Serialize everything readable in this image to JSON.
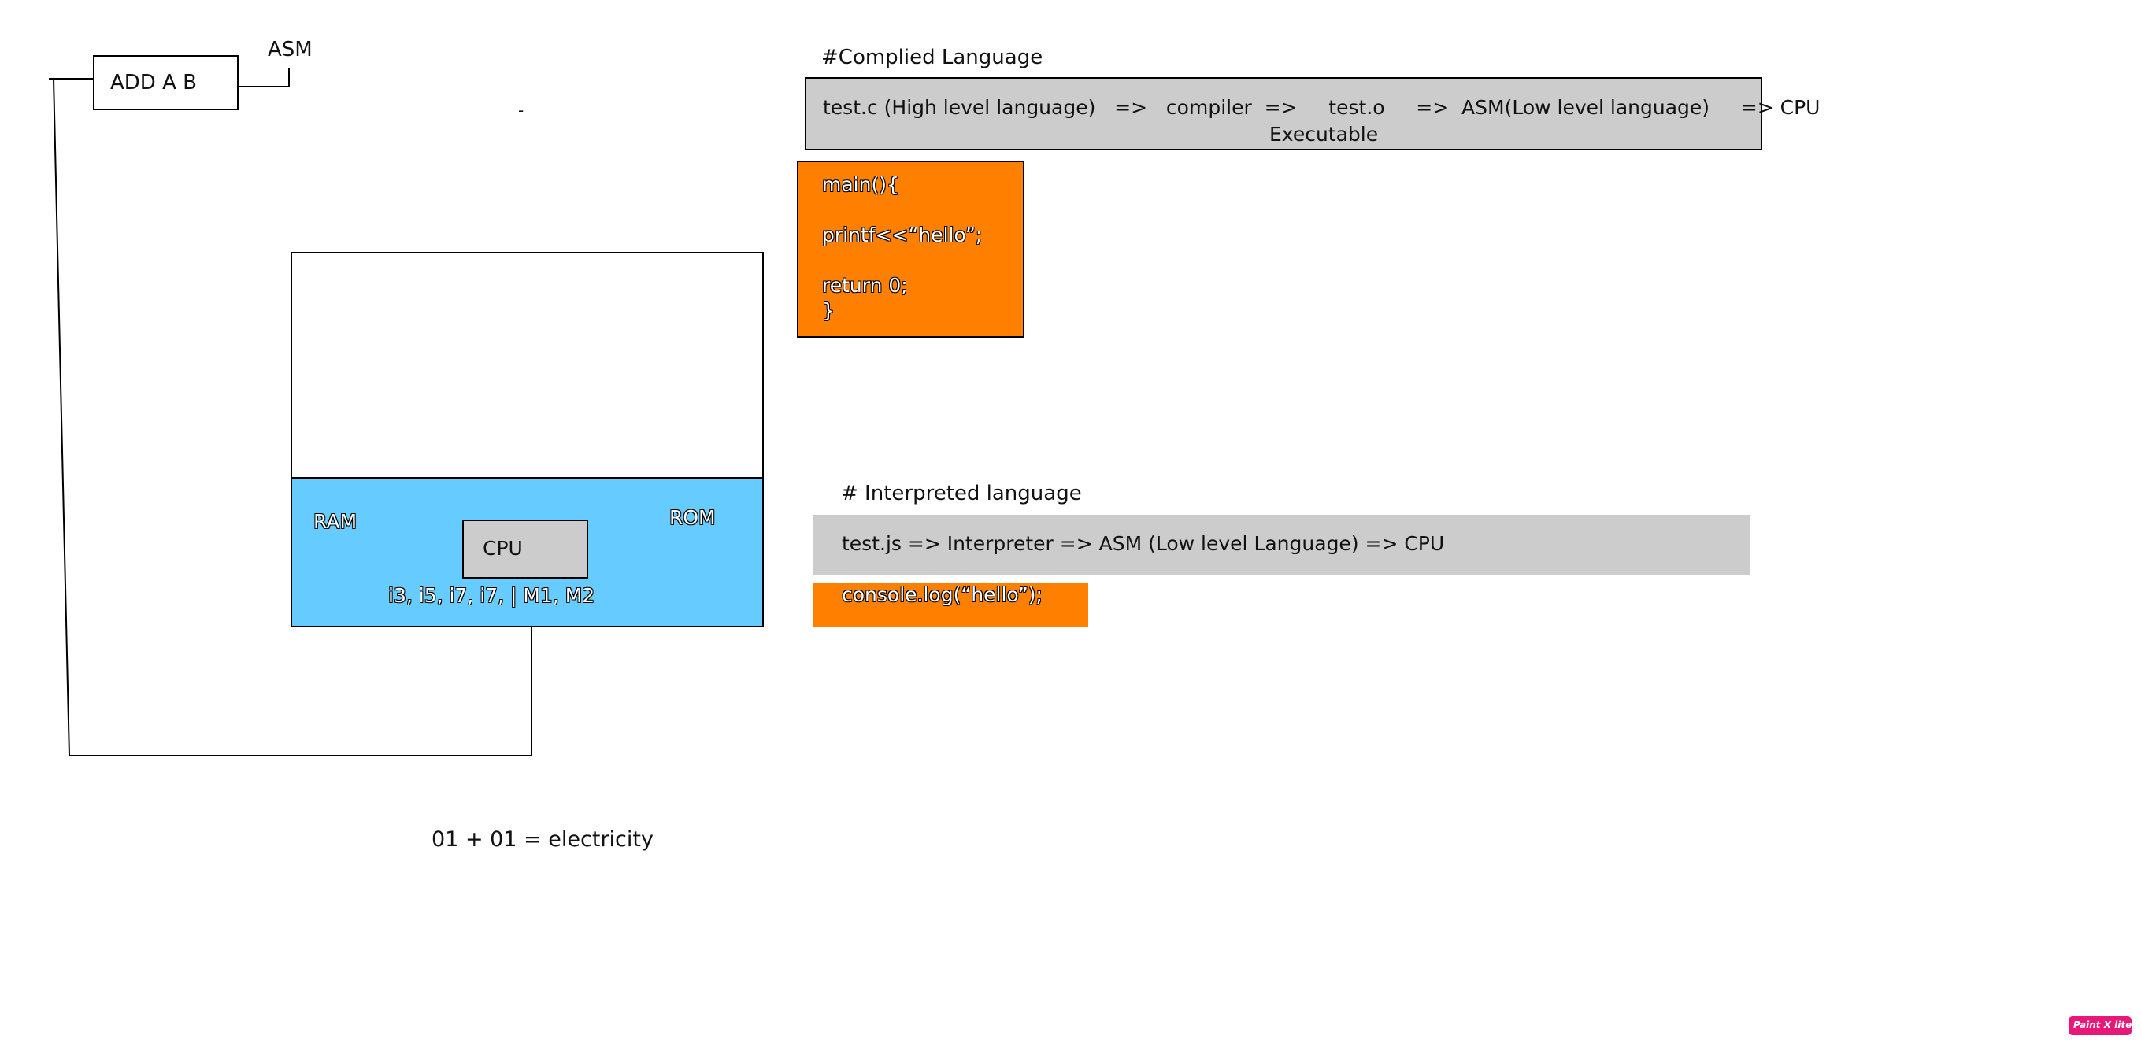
{
  "diagram": {
    "add_box": {
      "label": "ADD A B"
    },
    "asm_label": "ASM",
    "stray_mark": "-",
    "hardware": {
      "ram_label": "RAM",
      "rom_label": "ROM",
      "cpu_label": "CPU",
      "cpu_models": "i3, i5, i7, i7, | M1, M2"
    },
    "electricity_note": "01 + 01 = electricity"
  },
  "compiled_section": {
    "heading": "#Complied Language",
    "pipeline_line1": "test.c (High level language)   =>   compiler  =>     test.o     =>  ASM(Low level language)     => CPU",
    "pipeline_line2": "Executable",
    "code_lines": [
      "main(){",
      "",
      "printf<<“hello”;",
      "",
      "return 0;",
      "}"
    ]
  },
  "interpreted_section": {
    "heading": "# Interpreted language",
    "pipeline": "test.js => Interpreter => ASM (Low level Language) => CPU",
    "code": "console.log(“hello”);"
  },
  "watermark": {
    "text": "Paint X lite",
    "color": "#e8177a"
  },
  "colors": {
    "blue_fill": "#66ccff",
    "orange_fill": "#ff8000",
    "grey_fill": "#cccccc"
  }
}
